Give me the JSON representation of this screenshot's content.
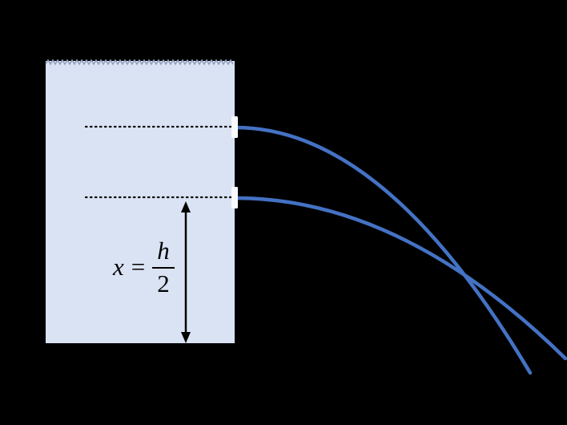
{
  "label": {
    "variable": "x",
    "equals": "=",
    "numerator": "h",
    "denominator": "2"
  },
  "colors": {
    "background": "#000000",
    "tank_fill": "#dae3f3",
    "jet": "#4472c4",
    "dotted_line": "#000000",
    "hole": "#f8fafd",
    "arrow": "#000000",
    "surface_edge": "#8f9dbb",
    "label_text": "#000000"
  }
}
